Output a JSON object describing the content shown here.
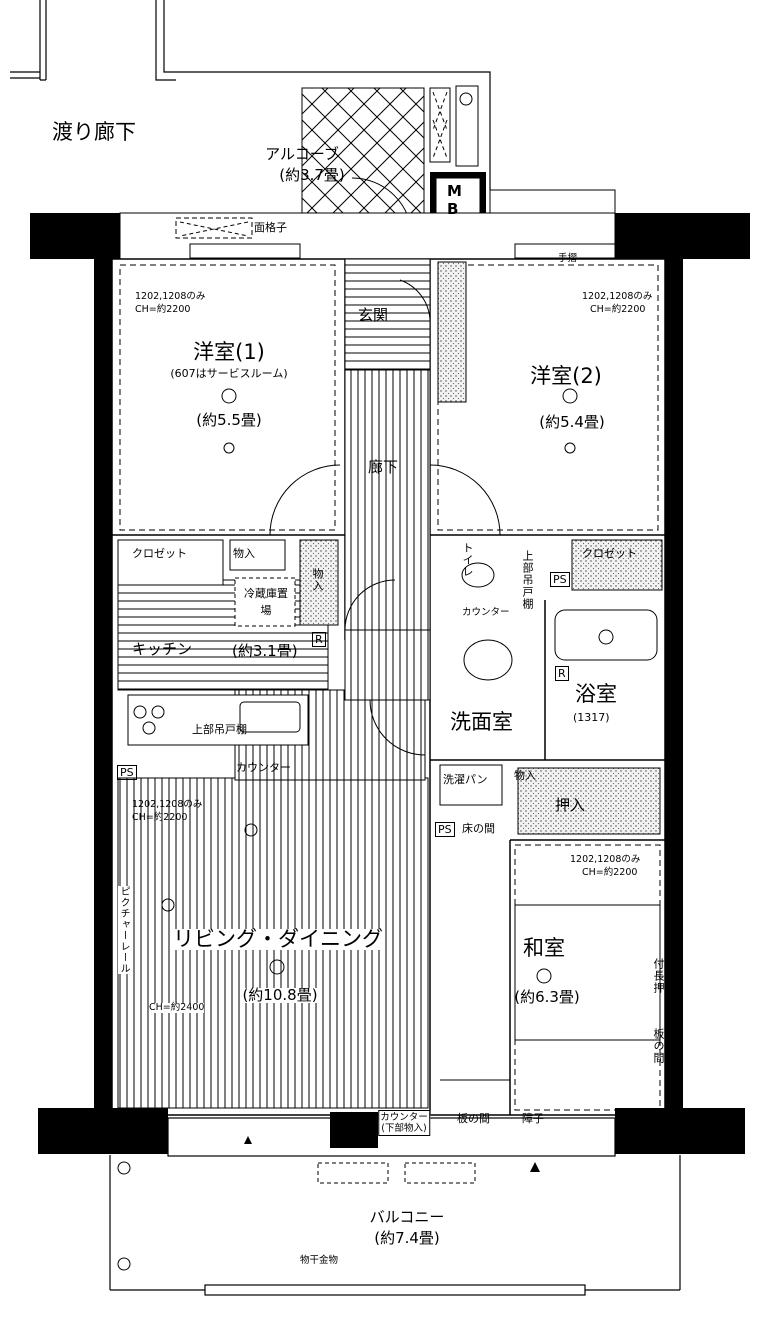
{
  "labels": {
    "corridor": "渡り廊下",
    "alcove": "アルコーブ",
    "alcove_size": "(約3.7畳)",
    "mb": "M\nB",
    "grille": "面格子",
    "handrail": "手摺",
    "entrance": "玄関",
    "hallway": "廊下",
    "room1": "洋室(1)",
    "room1_note": "(607はサービスルーム)",
    "room1_size": "(約5.5畳)",
    "room2": "洋室(2)",
    "room2_size": "(約5.4畳)",
    "ch_note_1": "1202,1208のみ",
    "ch_note_2": "CH=約2200",
    "closet": "クロゼット",
    "storage": "物入",
    "fridge": "冷蔵庫置場",
    "kitchen": "キッチン",
    "kitchen_size": "(約3.1畳)",
    "upper_cabinet": "上部吊戸棚",
    "counter": "カウンター",
    "toilet": "トイレ",
    "upper_shelf": "上部吊戸棚",
    "washroom": "洗面室",
    "bath": "浴室",
    "bath_size": "(1317)",
    "washpan": "洗濯パン",
    "oshiire": "押入",
    "tokonoma": "床の間",
    "ps": "PS",
    "r": "R",
    "living": "リビング・ダイニング",
    "living_size": "(約10.8畳)",
    "ch_2400": "CH=約2400",
    "picture_rail": "ピクチャーレール",
    "japanese": "和室",
    "japanese_size": "(約6.3畳)",
    "nageshi": "付長押",
    "itanoma_v": "板の間",
    "counter_under": "カウンター\n(下部物入)",
    "itanoma": "板の間",
    "shoji": "障子",
    "balcony": "バルコニー",
    "balcony_size": "(約7.4畳)",
    "laundry": "物干金物"
  }
}
